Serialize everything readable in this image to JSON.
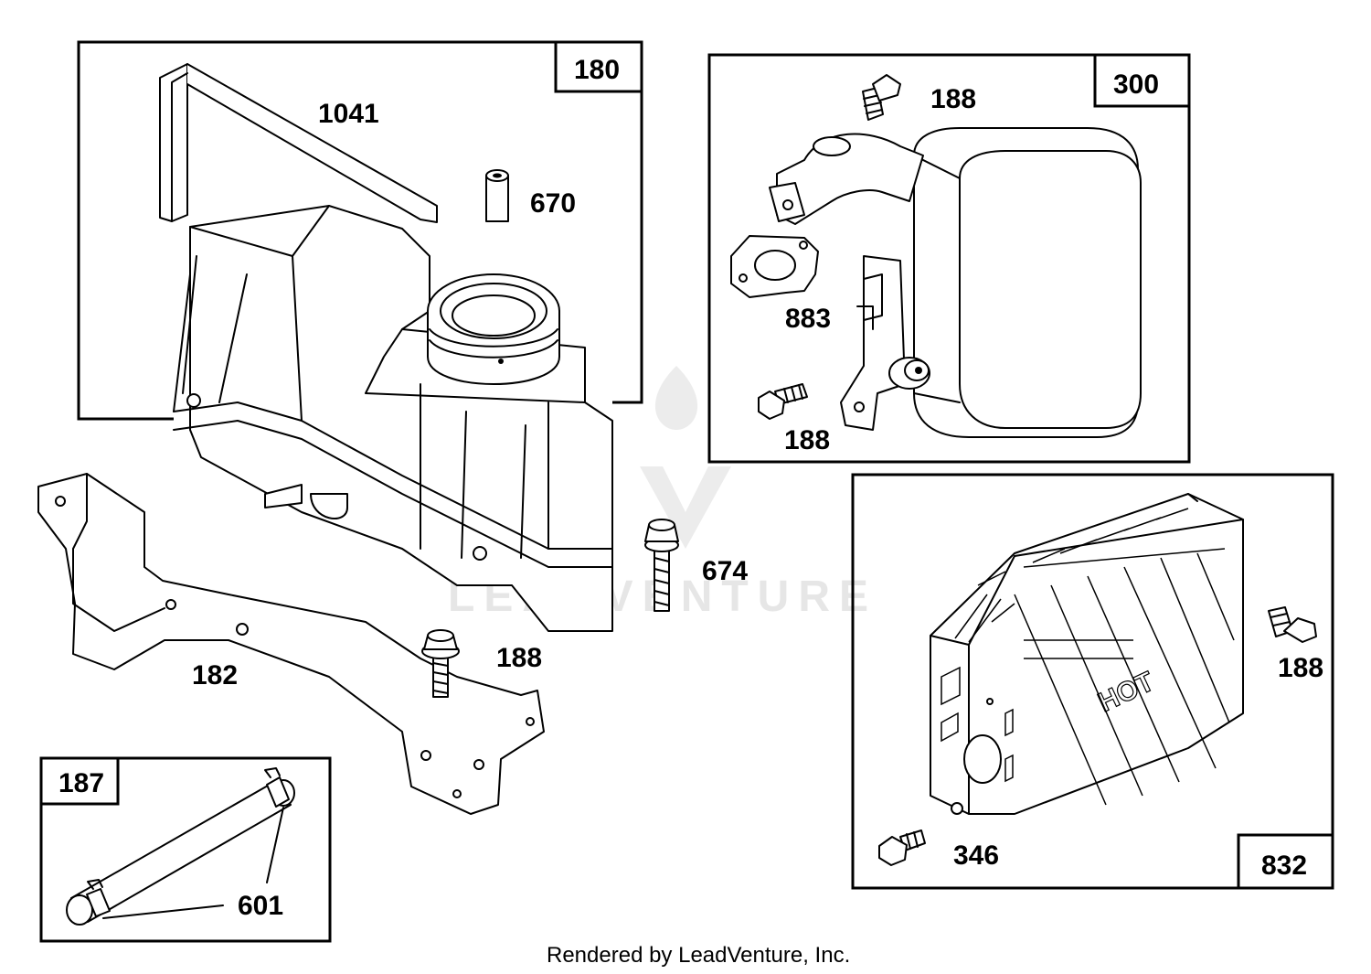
{
  "groups": [
    {
      "id": "180",
      "parts": [
        "1041",
        "670"
      ]
    },
    {
      "id": "300",
      "parts": [
        "188",
        "883",
        "188"
      ]
    },
    {
      "id": "832",
      "parts": [
        "188",
        "346"
      ]
    },
    {
      "id": "187",
      "parts": [
        "601"
      ]
    }
  ],
  "loose_parts": [
    "182",
    "188",
    "674"
  ],
  "watermark": "LEADVENTURE",
  "footer": "Rendered by LeadVenture, Inc."
}
